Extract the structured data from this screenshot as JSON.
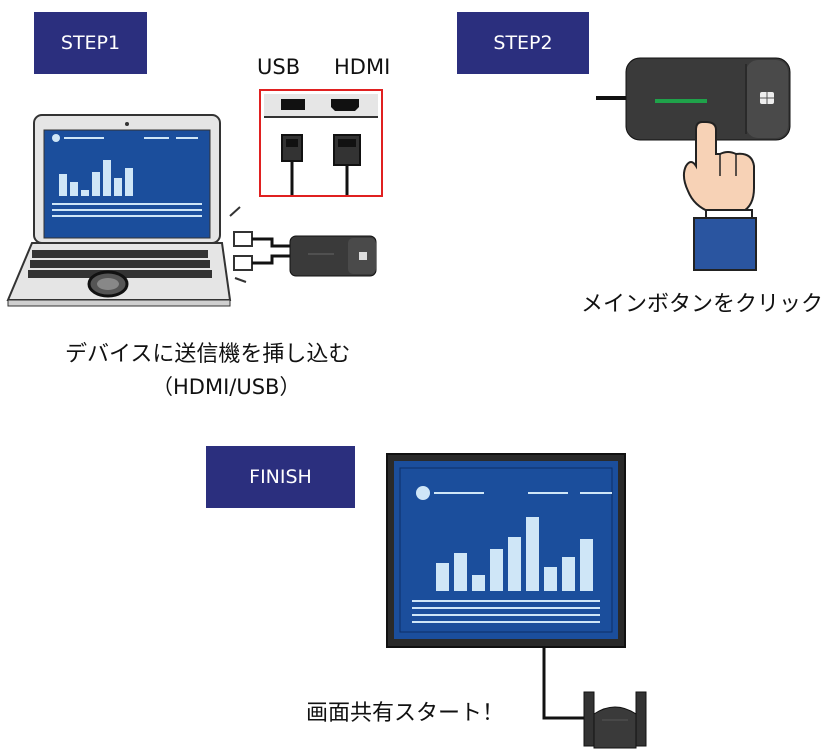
{
  "steps": {
    "step1": {
      "badge": "STEP1",
      "port_usb": "USB",
      "port_hdmi": "HDMI",
      "caption": "デバイスに送信機を挿し込む",
      "caption_sub": "（HDMI/USB）"
    },
    "step2": {
      "badge": "STEP2",
      "caption": "メインボタンをクリック"
    },
    "finish": {
      "badge": "FINISH",
      "caption": "画面共有スタート！"
    }
  },
  "colors": {
    "badge": "#2b2f7e",
    "screen": "#1b4e9c",
    "chart_bar": "#cfe6f7",
    "highlight_border": "#e02020",
    "indicator": "#1fa24a",
    "sleeve": "#2a55a0"
  }
}
